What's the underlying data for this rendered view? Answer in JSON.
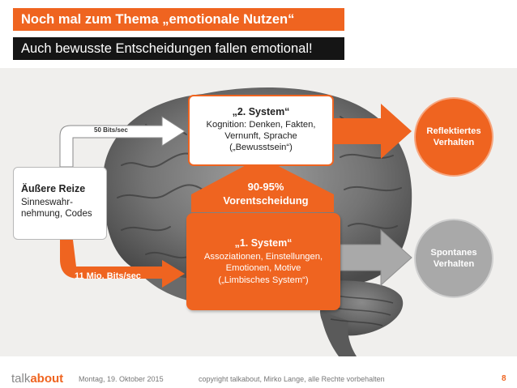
{
  "slide": {
    "title": "Noch mal zum Thema „emotionale Nutzen“",
    "subtitle": "Auch bewusste Entscheidungen fallen emotional!"
  },
  "input_box": {
    "heading": "Äußere Reize",
    "line1": "Sinneswahr-",
    "line2": "nehmung, Codes"
  },
  "flows": {
    "upper_rate": "50 Bits/sec",
    "lower_rate": "11 Mio. Bits/sec"
  },
  "system2": {
    "heading": "„2. System“",
    "line1": "Kognition: Denken, Fakten,",
    "line2": "Vernunft, Sprache",
    "line3": "(„Bewusstsein“)"
  },
  "system1": {
    "heading": "„1. System“",
    "line1": "Assoziationen, Einstellungen,",
    "line2": "Emotionen,  Motive",
    "line3": "(„Limbisches System“)"
  },
  "pre_decision": {
    "percent": "90-95%",
    "label": "Vorentscheidung"
  },
  "outcomes": {
    "reflected_line1": "Reflektiertes",
    "reflected_line2": "Verhalten",
    "spontaneous_line1": "Spontanes",
    "spontaneous_line2": "Verhalten"
  },
  "footer": {
    "logo_light": "talk",
    "logo_bold": "about",
    "date": "Montag, 19. Oktober 2015",
    "copyright": "copyright talkabout, Mirko Lange, alle Rechte vorbehalten",
    "page": "8"
  },
  "colors": {
    "accent": "#ef6420",
    "dark": "#151515",
    "gray": "#a9a9a9"
  }
}
